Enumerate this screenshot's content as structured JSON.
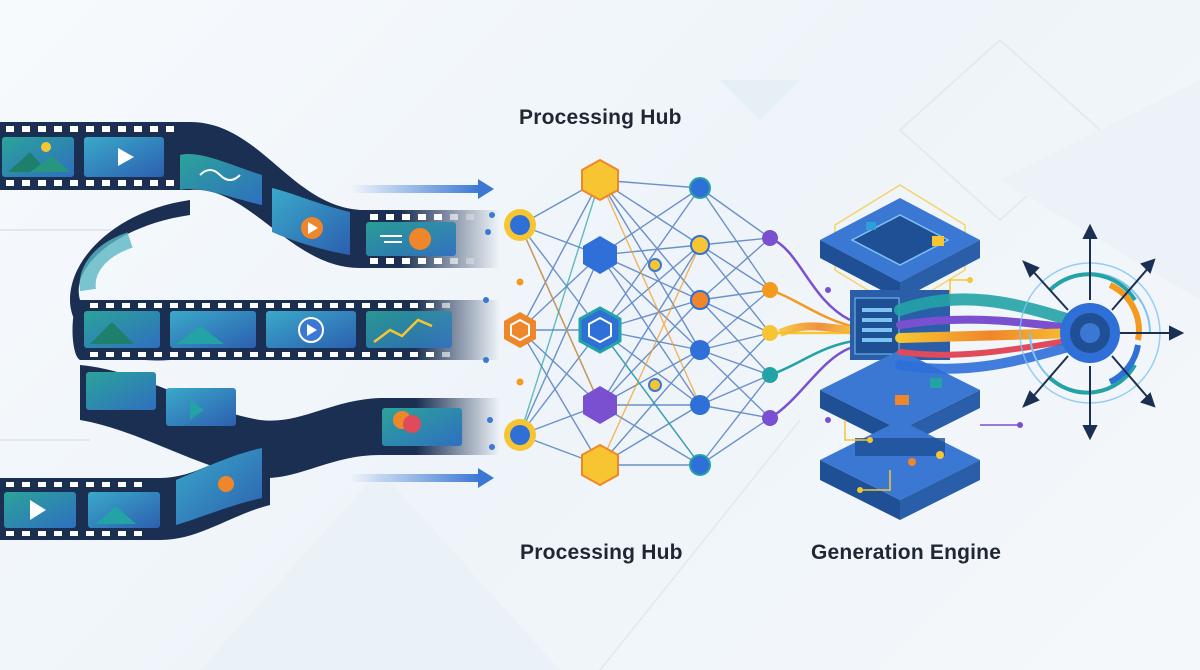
{
  "labels": {
    "top_hub": "Processing Hub",
    "bottom_hub": "Processing Hub",
    "engine": "Generation Engine"
  },
  "icons": {
    "film_strips": [
      "film-strip-icon",
      "play-icon",
      "landscape-icon",
      "chart-icon",
      "audio-wave-icon"
    ],
    "network": "neural-network-icon",
    "engine": "server-stack-icon",
    "output": "target-burst-icon"
  },
  "colors": {
    "film_dark": "#1b2f52",
    "film_frame_teal": "#2ba39a",
    "film_frame_blue": "#2f6fc0",
    "node_blue": "#2f6fd8",
    "node_orange": "#f39a1f",
    "node_yellow": "#f7c531",
    "node_purple": "#7a4fd0",
    "node_teal": "#23a3a6",
    "engine_blue": "#2b5ea8",
    "arrow_blue": "#3b78d4"
  }
}
